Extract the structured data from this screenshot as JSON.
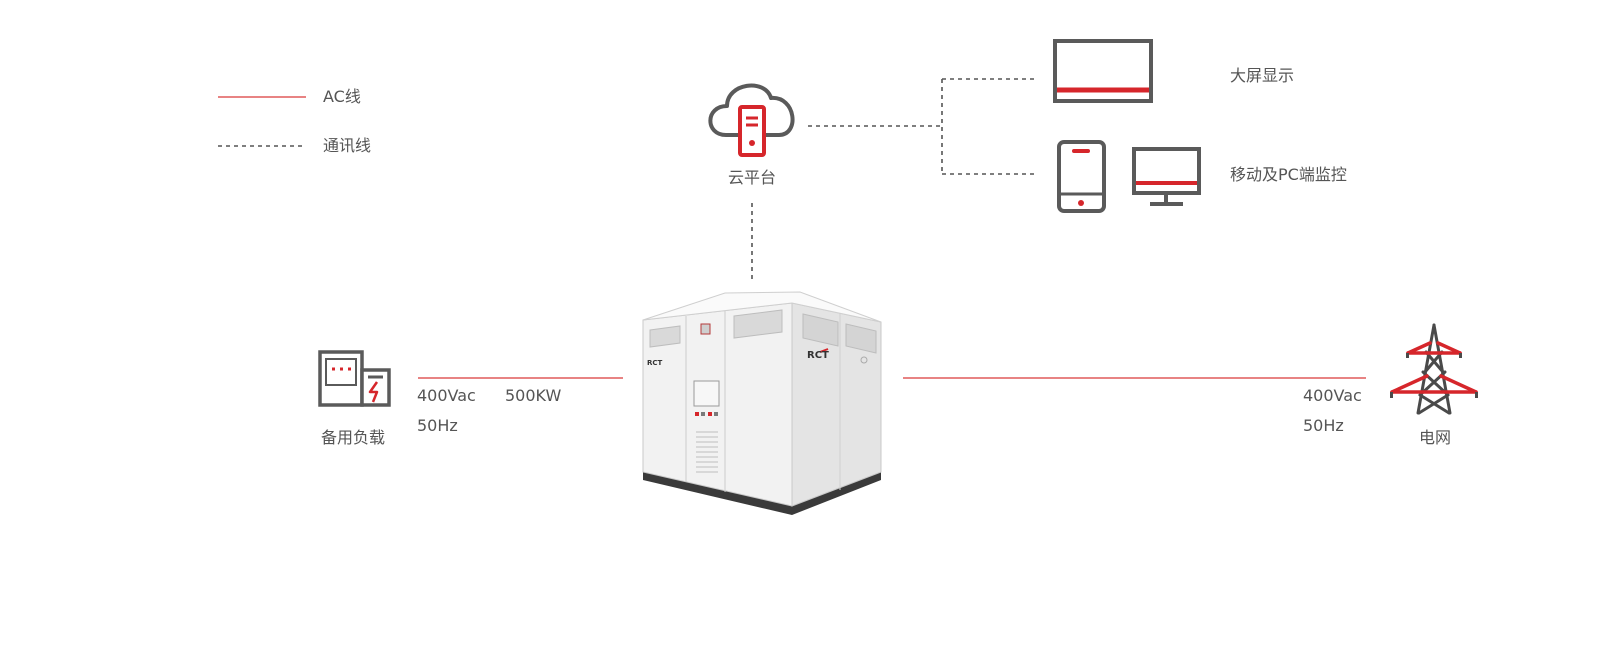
{
  "legend": {
    "ac_line": "AC线",
    "comm_line": "通讯线"
  },
  "nodes": {
    "cloud": "云平台",
    "large_screen": "大屏显示",
    "mobile_pc": "移动及PC端监控",
    "backup_load": "备用负载",
    "grid": "电网"
  },
  "left_specs": {
    "voltage": "400Vac",
    "power": "500KW",
    "frequency": "50Hz"
  },
  "right_specs": {
    "voltage": "400Vac",
    "frequency": "50Hz"
  },
  "cabinet": {
    "brand": "RCT"
  },
  "colors": {
    "accent": "#d6262b",
    "ac_line": "#e05a5a",
    "icon_gray": "#5a5a5a",
    "dash": "#555555",
    "text": "#555555"
  },
  "icons": {
    "cloud": "cloud-server-icon",
    "large_screen": "monitor-icon",
    "mobile": "smartphone-icon",
    "pc": "desktop-icon",
    "backup_load": "load-cabinet-icon",
    "grid": "power-tower-icon",
    "cabinet": "energy-storage-cabinet"
  }
}
